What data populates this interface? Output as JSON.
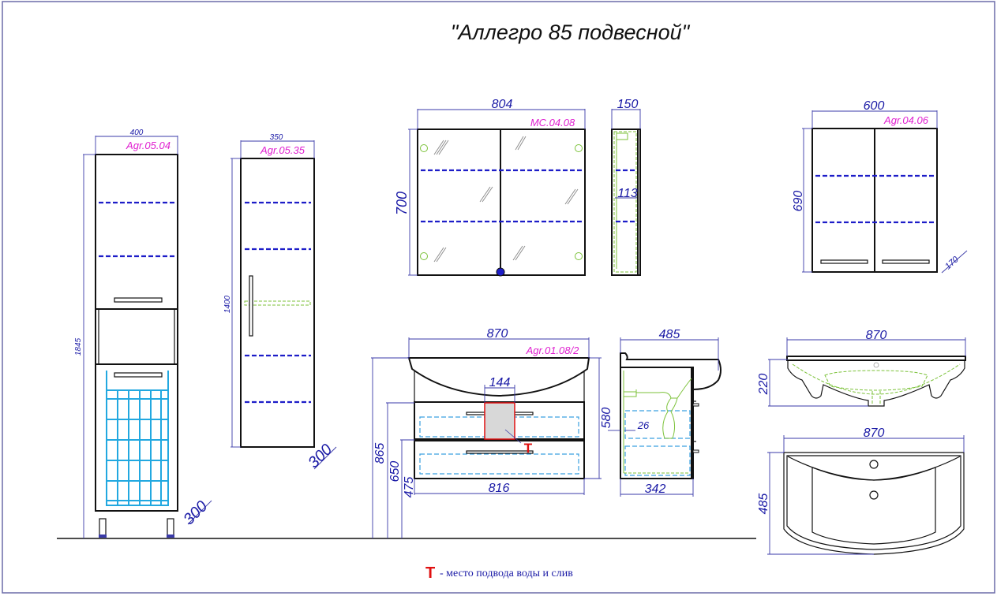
{
  "title": "\"Аллегро 85 подвесной\"",
  "legend": {
    "symbol": "T",
    "text": "- место подвода воды и слив",
    "symbol_color": "#e01010"
  },
  "colors": {
    "dimension": "#1a1aa6",
    "article_code": "#e020d0",
    "shelf_dash": "#1d1dc8",
    "plumbing": "#7cc23a",
    "basket": "#22a8e0",
    "marker": "#e01010",
    "frame": "#6b6ba8"
  },
  "items": {
    "tall_cabinet": {
      "code": "Agr.05.04",
      "width": "400",
      "height": "1845",
      "depth": "300"
    },
    "pencil_cabinet": {
      "code": "Agr.05.35",
      "width": "350",
      "height": "1400",
      "depth": "300"
    },
    "mirror_cabinet": {
      "code": "MC.04.08",
      "width": "804",
      "height": "700",
      "side_depth": "150",
      "inner_depth": "113"
    },
    "wall_cabinet": {
      "code": "Agr.04.06",
      "width": "600",
      "height": "690",
      "depth": "170"
    },
    "vanity": {
      "code": "Agr.01.08/2",
      "width": "870",
      "body_width": "816",
      "cutout_width": "144",
      "height_total": "865",
      "height_top_drawer": "650",
      "height_bottom_drawer": "475",
      "body_height": "580",
      "side_depth": "485",
      "side_body_depth": "342",
      "wall_gap": "26"
    },
    "basin_front": {
      "width": "870",
      "height": "220"
    },
    "basin_top": {
      "width": "870",
      "depth": "485"
    }
  }
}
